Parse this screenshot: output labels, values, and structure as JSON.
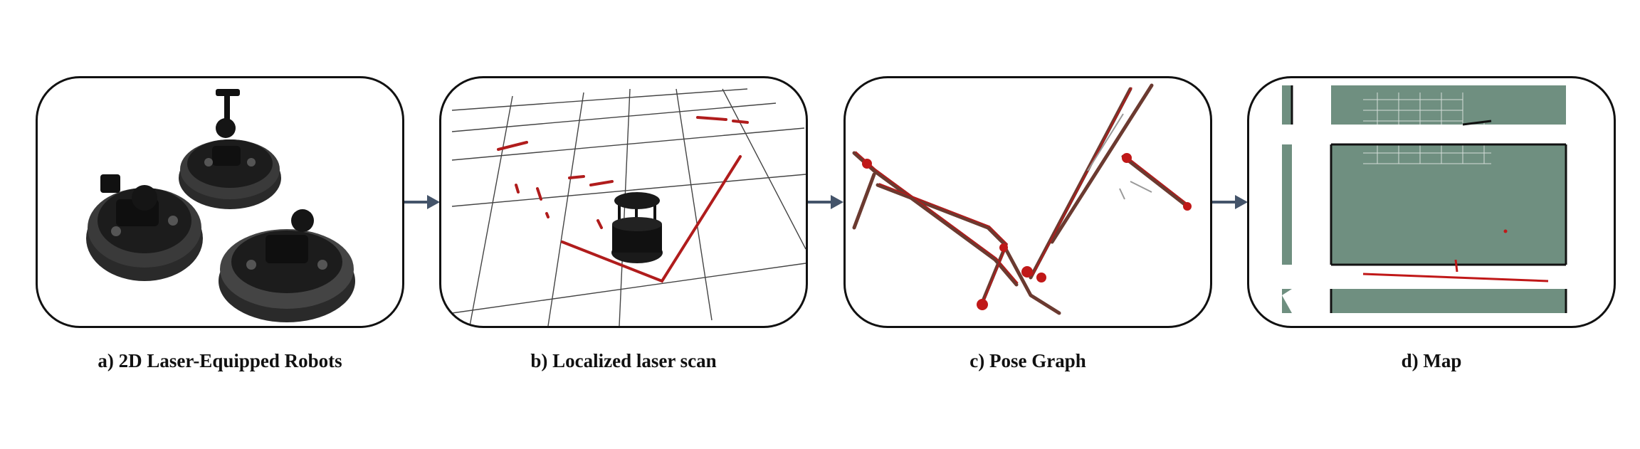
{
  "panels": [
    {
      "caption": "a) 2D Laser-Equipped Robots"
    },
    {
      "caption": "b) Localized laser scan"
    },
    {
      "caption": "c) Pose Graph"
    },
    {
      "caption": "d) Map"
    }
  ],
  "colors": {
    "border": "#111111",
    "arrow": "#44546a",
    "laser_red": "#b01c1c",
    "map_green": "#6f8f80",
    "robot_black": "#1e1e1e"
  }
}
